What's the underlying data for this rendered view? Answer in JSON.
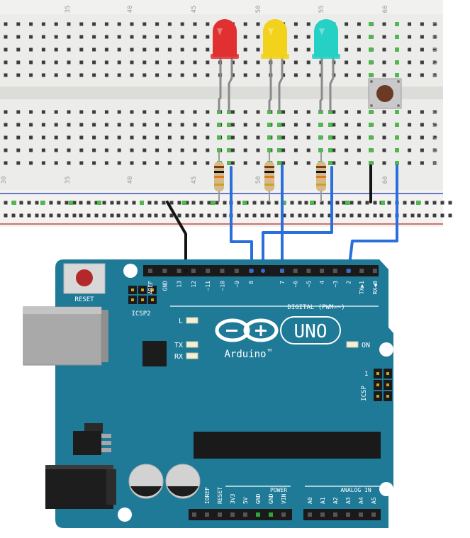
{
  "breadboard": {
    "column_numbers_top": [
      "35",
      "40",
      "45",
      "50",
      "55",
      "60"
    ],
    "column_numbers_bottom": [
      "30",
      "35",
      "40",
      "45",
      "50",
      "55",
      "60"
    ],
    "row_letters_top": [
      "J",
      "I",
      "H",
      "G",
      "F"
    ],
    "row_letters_bottom": [
      "E",
      "D",
      "C",
      "B",
      "A"
    ]
  },
  "leds": [
    {
      "name": "red-led",
      "color": "#e03030"
    },
    {
      "name": "yellow-led",
      "color": "#f2d21a"
    },
    {
      "name": "cyan-led",
      "color": "#25d0c5"
    }
  ],
  "wire_color": "#2a6fdb",
  "board": {
    "color": "#1f7a98",
    "reset_label": "RESET",
    "icsp2_label": "ICSP2",
    "icsp_label": "ICSP",
    "icsp_pin1": "1",
    "digital_pins": [
      "AREF",
      "GND",
      "13",
      "12",
      "~11",
      "~10",
      "~9",
      "8",
      "7",
      "~6",
      "~5",
      "4",
      "~3",
      "2",
      "TX▶1",
      "RX◀0"
    ],
    "digital_label": "DIGITAL (PWM=~)",
    "led_l": "L",
    "led_tx": "TX",
    "led_rx": "RX",
    "led_on": "ON",
    "logo_text": "Arduino",
    "tm": "TM",
    "model": "UNO",
    "power_label": "POWER",
    "analog_label": "ANALOG IN",
    "power_pins": [
      "IOREF",
      "RESET",
      "3V3",
      "5V",
      "GND",
      "GND",
      "VIN"
    ],
    "analog_pins": [
      "A0",
      "A1",
      "A2",
      "A3",
      "A4",
      "A5"
    ]
  }
}
